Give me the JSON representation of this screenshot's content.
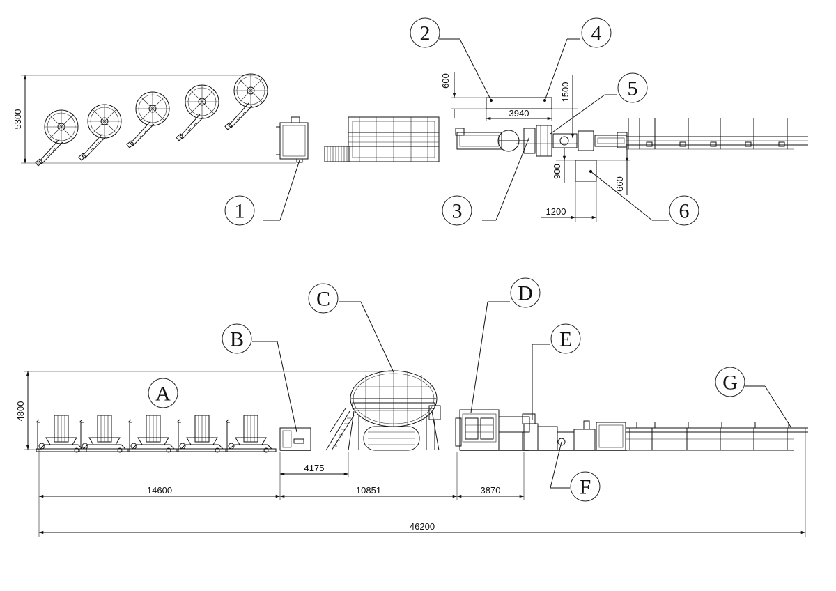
{
  "top_view": {
    "callouts": [
      "1",
      "2",
      "3",
      "4",
      "5",
      "6"
    ],
    "dimensions": {
      "height_5300": "5300",
      "offset_600": "600",
      "offset_1500": "1500",
      "width_3940": "3940",
      "offset_900": "900",
      "offset_660": "660",
      "width_1200": "1200"
    }
  },
  "side_view": {
    "callouts": [
      "A",
      "B",
      "C",
      "D",
      "E",
      "F",
      "G"
    ],
    "dimensions": {
      "height_4800": "4800",
      "len_14600": "14600",
      "len_4175": "4175",
      "len_10851": "10851",
      "len_3870": "3870",
      "total_46200": "46200"
    }
  }
}
